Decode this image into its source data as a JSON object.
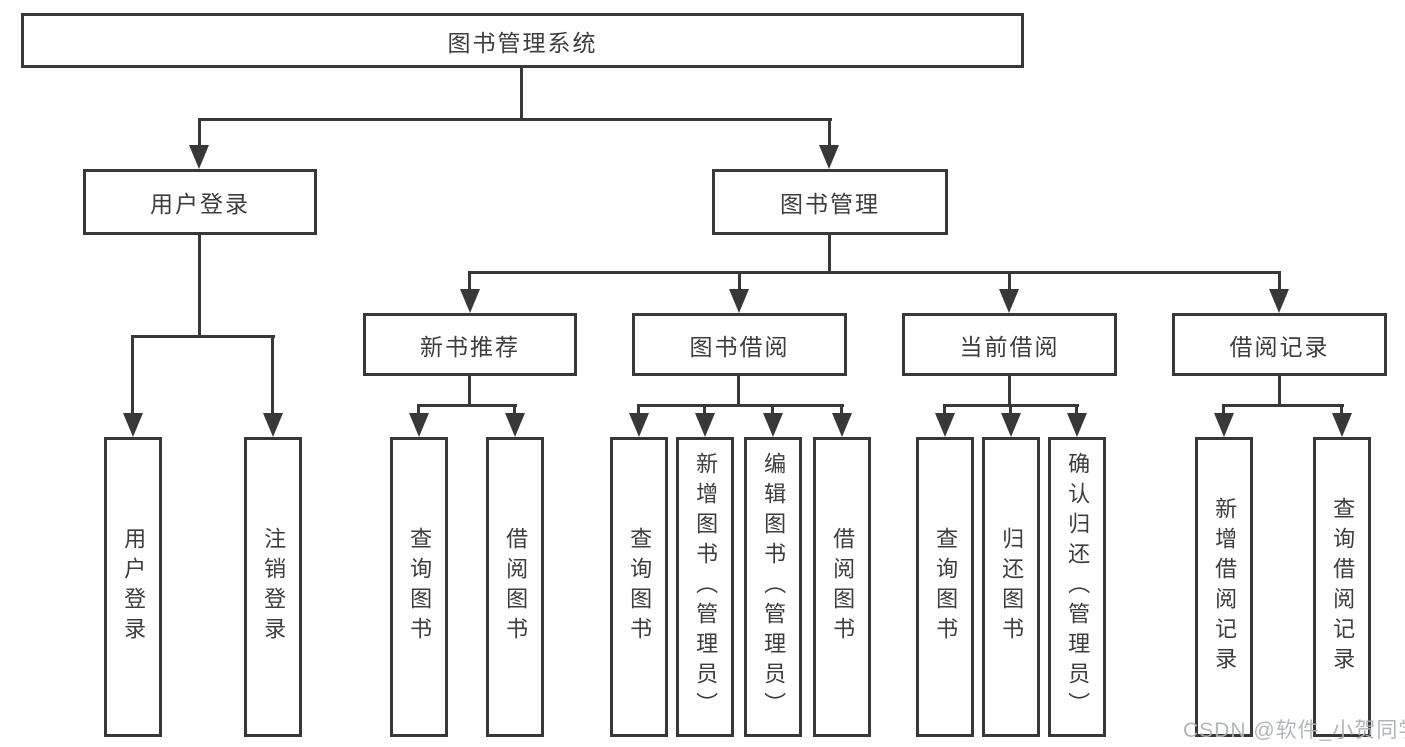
{
  "diagram": {
    "tree": {
      "label": "图书管理系统",
      "children": [
        {
          "label": "用户登录",
          "children": [
            {
              "label": "用户登录"
            },
            {
              "label": "注销登录"
            }
          ]
        },
        {
          "label": "图书管理",
          "children": [
            {
              "label": "新书推荐",
              "children": [
                {
                  "label": "查询图书"
                },
                {
                  "label": "借阅图书"
                }
              ]
            },
            {
              "label": "图书借阅",
              "children": [
                {
                  "label": "查询图书"
                },
                {
                  "label": "新增图书（管理员）"
                },
                {
                  "label": "编辑图书（管理员）"
                },
                {
                  "label": "借阅图书"
                }
              ]
            },
            {
              "label": "当前借阅",
              "children": [
                {
                  "label": "查询图书"
                },
                {
                  "label": "归还图书"
                },
                {
                  "label": "确认归还（管理员）"
                }
              ]
            },
            {
              "label": "借阅记录",
              "children": [
                {
                  "label": "新增借阅记录"
                },
                {
                  "label": "查询借阅记录"
                }
              ]
            }
          ]
        }
      ]
    },
    "watermark": "CSDN @软件_小贺同学",
    "colors": {
      "line": "#383838",
      "text": "#3d3d3d",
      "watermark": "#aeb1b7",
      "background": "#ffffff"
    }
  }
}
